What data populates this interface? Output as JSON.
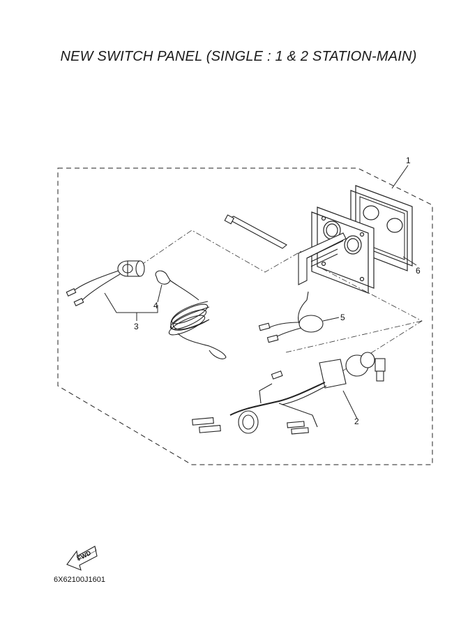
{
  "title": "NEW SWITCH PANEL (SINGLE : 1 & 2 STATION-MAIN)",
  "callouts": [
    {
      "id": "1",
      "label": "1"
    },
    {
      "id": "2",
      "label": "2"
    },
    {
      "id": "3",
      "label": "3"
    },
    {
      "id": "4",
      "label": "4"
    },
    {
      "id": "5",
      "label": "5"
    },
    {
      "id": "6",
      "label": "6"
    }
  ],
  "fwd_label": "FWD",
  "part_code": "6X62100J1601"
}
